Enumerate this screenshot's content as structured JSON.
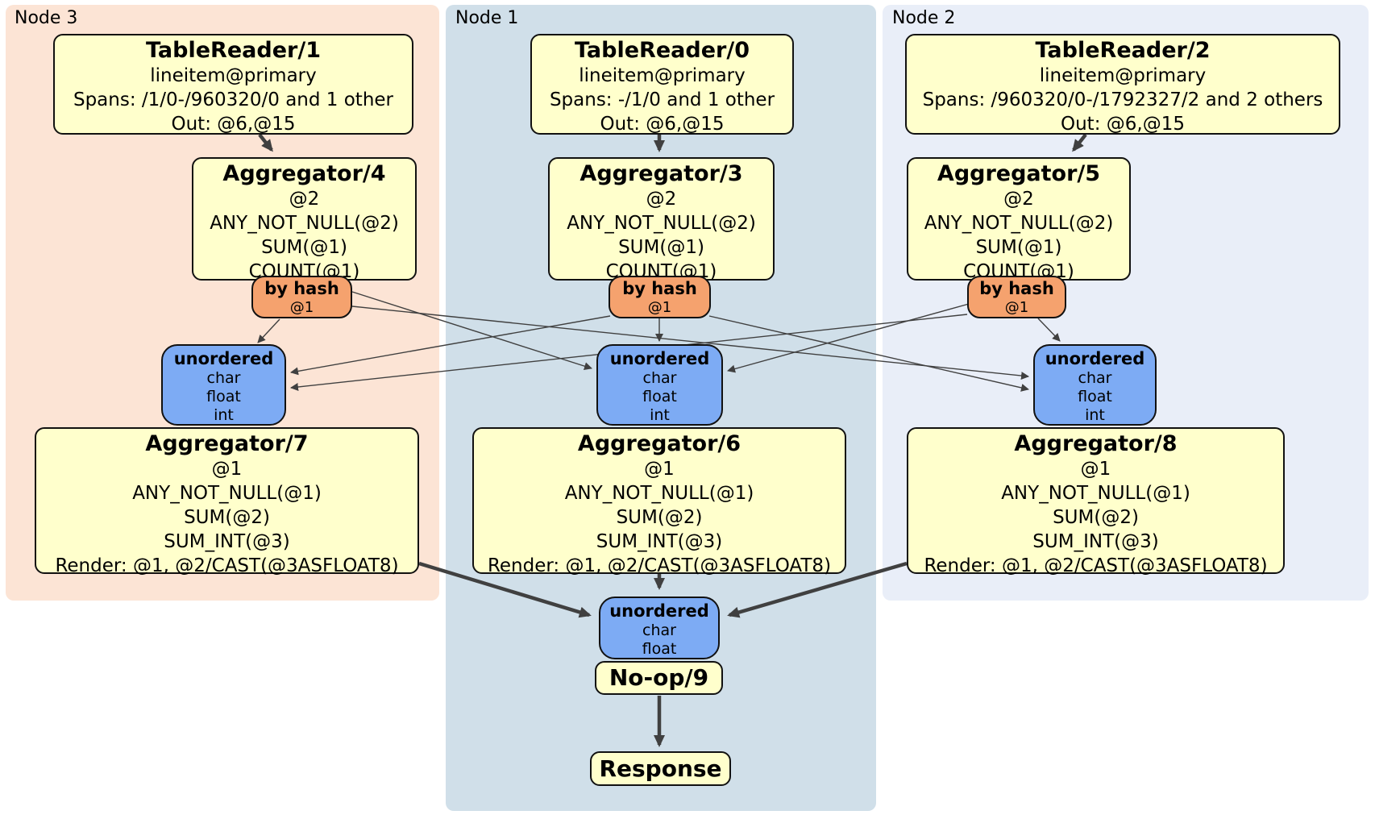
{
  "diagram": {
    "colors": {
      "node3_bg": "#fce4d5",
      "node1_bg": "#d0dfe9",
      "node2_bg": "#e9eef8",
      "processor_bg": "#ffffcc",
      "router_bg": "#f5a26e",
      "sync_bg": "#7dabf4",
      "edge": "#404040"
    },
    "panels": [
      {
        "label": "Node 3"
      },
      {
        "label": "Node 1"
      },
      {
        "label": "Node 2"
      }
    ],
    "processors": {
      "tr1": {
        "title": "TableReader/1",
        "lines": [
          "lineitem@primary",
          "Spans: /1/0-/960320/0 and 1 other",
          "Out: @6,@15"
        ]
      },
      "tr0": {
        "title": "TableReader/0",
        "lines": [
          "lineitem@primary",
          "Spans: -/1/0 and 1 other",
          "Out: @6,@15"
        ]
      },
      "tr2": {
        "title": "TableReader/2",
        "lines": [
          "lineitem@primary",
          "Spans: /960320/0-/1792327/2 and 2 others",
          "Out: @6,@15"
        ]
      },
      "agg4": {
        "title": "Aggregator/4",
        "lines": [
          "@2",
          "ANY_NOT_NULL(@2)",
          "SUM(@1)",
          "COUNT(@1)"
        ]
      },
      "agg3": {
        "title": "Aggregator/3",
        "lines": [
          "@2",
          "ANY_NOT_NULL(@2)",
          "SUM(@1)",
          "COUNT(@1)"
        ]
      },
      "agg5": {
        "title": "Aggregator/5",
        "lines": [
          "@2",
          "ANY_NOT_NULL(@2)",
          "SUM(@1)",
          "COUNT(@1)"
        ]
      },
      "agg7": {
        "title": "Aggregator/7",
        "lines": [
          "@1",
          "ANY_NOT_NULL(@1)",
          "SUM(@2)",
          "SUM_INT(@3)",
          "Render: @1, @2/CAST(@3ASFLOAT8)"
        ]
      },
      "agg6": {
        "title": "Aggregator/6",
        "lines": [
          "@1",
          "ANY_NOT_NULL(@1)",
          "SUM(@2)",
          "SUM_INT(@3)",
          "Render: @1, @2/CAST(@3ASFLOAT8)"
        ]
      },
      "agg8": {
        "title": "Aggregator/8",
        "lines": [
          "@1",
          "ANY_NOT_NULL(@1)",
          "SUM(@2)",
          "SUM_INT(@3)",
          "Render: @1, @2/CAST(@3ASFLOAT8)"
        ]
      },
      "noop": {
        "title": "No-op/9"
      },
      "response": {
        "title": "Response"
      }
    },
    "routers": {
      "hash3": {
        "label": "by hash",
        "key": "@1"
      },
      "hash1": {
        "label": "by hash",
        "key": "@1"
      },
      "hash2": {
        "label": "by hash",
        "key": "@1"
      }
    },
    "syncs": {
      "sync3": {
        "label": "unordered",
        "streams": [
          "char",
          "float",
          "int"
        ]
      },
      "sync1": {
        "label": "unordered",
        "streams": [
          "char",
          "float",
          "int"
        ]
      },
      "sync2": {
        "label": "unordered",
        "streams": [
          "char",
          "float",
          "int"
        ]
      },
      "syncFinal": {
        "label": "unordered",
        "streams": [
          "char",
          "float"
        ]
      }
    }
  }
}
